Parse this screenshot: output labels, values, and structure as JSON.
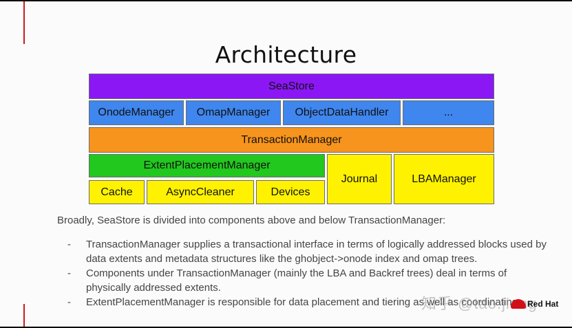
{
  "slide": {
    "title": "Architecture",
    "diagram": {
      "seastore": "SeaStore",
      "row2": [
        "OnodeManager",
        "OmapManager",
        "ObjectDataHandler",
        "..."
      ],
      "transaction_manager": "TransactionManager",
      "extent_placement_manager": "ExtentPlacementManager",
      "epm_children": [
        "Cache",
        "AsyncCleaner",
        "Devices"
      ],
      "journal": "Journal",
      "lba_manager": "LBAManager",
      "colors": {
        "purple": "#8b17f5",
        "blue": "#3f86ee",
        "orange": "#f7941d",
        "green": "#22c81e",
        "yellow": "#fff200"
      }
    },
    "intro": "Broadly, SeaStore is divided into components above and below TransactionManager:",
    "bullets": [
      {
        "lines": [
          "TransactionManager supplies a transactional interface in terms of logically addressed blocks used by",
          "data extents and metadata structures like the ghobject->onode index and omap trees."
        ]
      },
      {
        "lines": [
          "Components under TransactionManager (mainly the LBA and Backref trees) deal in terms of",
          "physically addressed extents."
        ]
      },
      {
        "lines": [
          "ExtentPlacementManager is responsible for data placement and tiering as well as coordinating"
        ]
      }
    ],
    "bullet_marker": "-",
    "watermark": "知乎 @tao.jiang",
    "logo_text": "Red Hat"
  }
}
